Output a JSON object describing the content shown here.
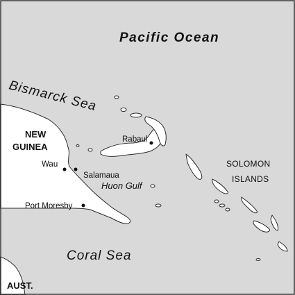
{
  "map": {
    "water_labels": {
      "pacific": "Pacific Ocean",
      "bismarck": "Bismarck Sea",
      "huon": "Huon Gulf",
      "coral": "Coral Sea"
    },
    "regions": {
      "new_guinea_line1": "NEW",
      "new_guinea_line2": "GUINEA",
      "solomon_line1": "SOLOMON",
      "solomon_line2": "ISLANDS",
      "australia": "AUST."
    },
    "towns": {
      "rabaul": "Rabaul",
      "wau": "Wau",
      "salamaua": "Salamaua",
      "port_moresby": "Port Moresby"
    },
    "colors": {
      "water": "#d9d9d9",
      "land": "#ffffff",
      "outline": "#2a2a2a"
    }
  }
}
